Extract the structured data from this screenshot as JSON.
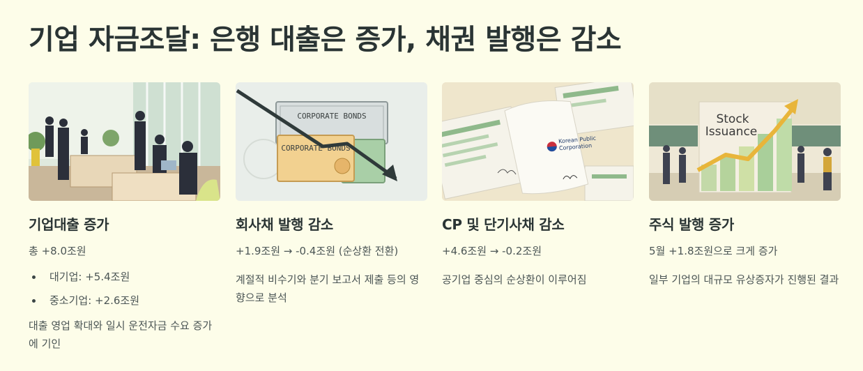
{
  "page": {
    "title": "기업 자금조달: 은행 대출은 증가, 채권 발행은 감소"
  },
  "cards": [
    {
      "heading": "기업대출 증가",
      "sub": "총 +8.0조원",
      "bullets": [
        "대기업: +5.4조원",
        "중소기업: +2.6조원"
      ],
      "desc": "대출 영업 확대와 일시 운전자금 수요 증가에 기인"
    },
    {
      "heading": "회사채 발행 감소",
      "sub": "+1.9조원 → -0.4조원 (순상환 전환)",
      "desc": "계절적 비수기와 분기 보고서 제출 등의 영향으로 분석",
      "image_text": [
        "CORPORATE BONDS",
        "CORPORATE BONDS"
      ]
    },
    {
      "heading": "CP 및 단기사채 감소",
      "sub": "+4.6조원 → -0.2조원",
      "desc": "공기업 중심의 순상환이 이루어짐",
      "image_text": [
        "Korean Public",
        "Corporation"
      ]
    },
    {
      "heading": "주식 발행 증가",
      "sub": "5월 +1.8조원으로 크게 증가",
      "desc": "일부 기업의 대규모 유상증자가 진행된 결과",
      "image_text": [
        "Stock",
        "Issuance"
      ]
    }
  ]
}
